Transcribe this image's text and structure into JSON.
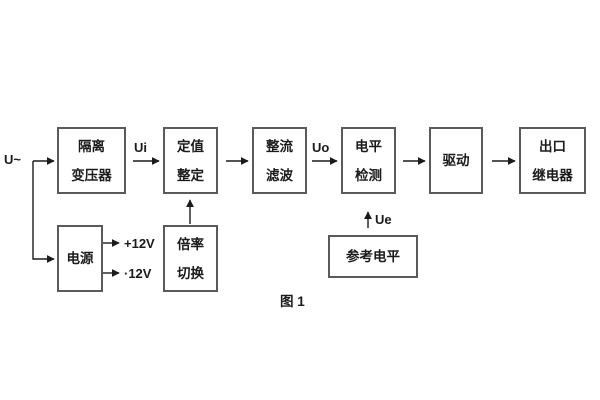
{
  "colors": {
    "background": "#ffffff",
    "box_border": "#5a5a5a",
    "line": "#1b1b1b",
    "text": "#1b1b1b"
  },
  "caption": "图 1",
  "signals": {
    "input": "U~",
    "ui": "Ui",
    "uo": "Uo",
    "ue": "Ue",
    "rail_pos": "+12V",
    "rail_neg": "·12V"
  },
  "blocks": {
    "isolation_transformer": "隔离\n变压器",
    "value_setting": "定值\n整定",
    "rectify_filter": "整流\n滤波",
    "level_detect": "电平\n检测",
    "drive": "驱动",
    "output_relay": "出口\n继电器",
    "power": "电源",
    "ratio_switch": "倍率\n切换",
    "reference_level": "参考电平"
  }
}
